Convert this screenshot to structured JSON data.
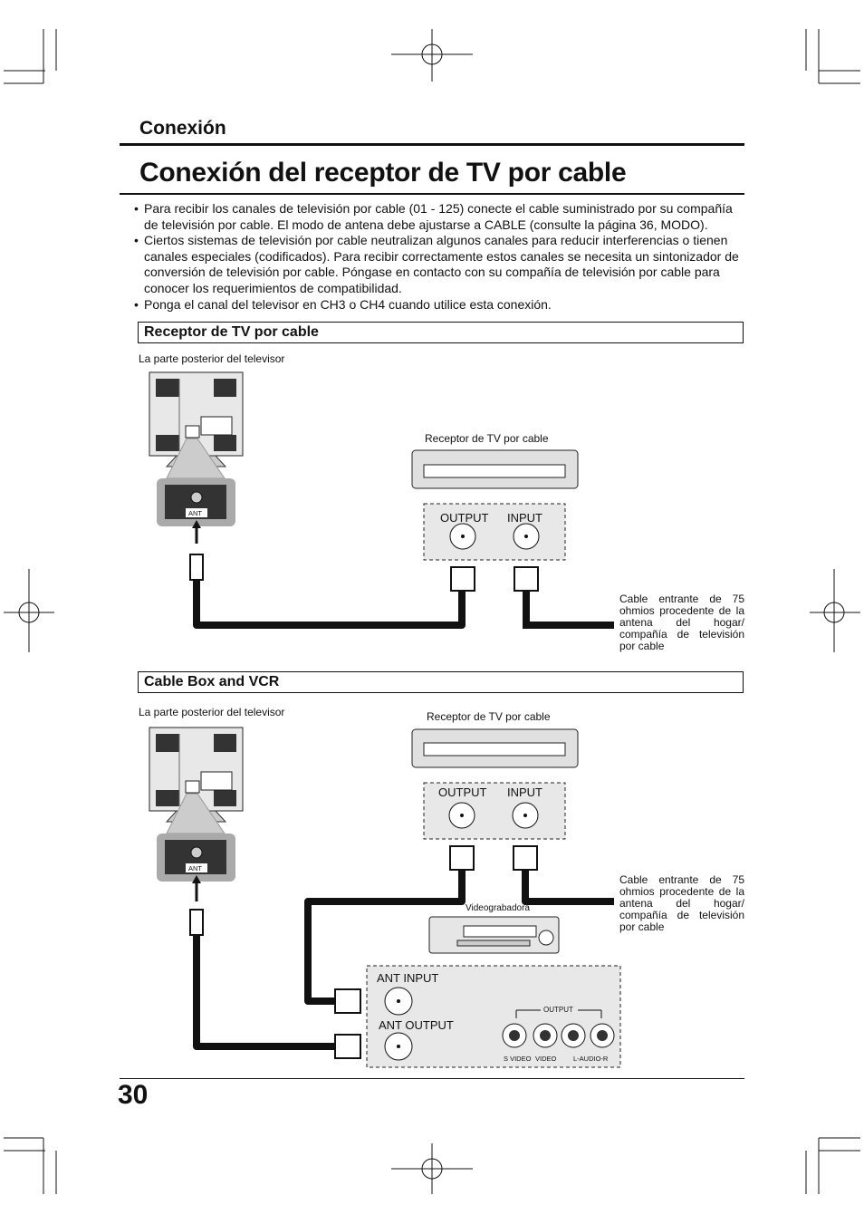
{
  "header": {
    "section": "Conexión",
    "title": "Conexión del receptor de TV por cable"
  },
  "bullets": [
    "Para recibir los canales de televisión por cable (01 - 125) conecte el cable suministrado por su compañía de televisión por cable. El modo de antena debe ajustarse a CABLE (consulte la página 36, MODO).",
    "Ciertos sistemas de televisión por cable neutralizan algunos canales para reducir interferencias o tienen canales especiales (codificados). Para recibir correctamente estos canales se necesita un sintonizador de conversión de televisión por cable. Póngase en contacto con su compañía de televisión por cable para conocer los requerimientos de compatibilidad.",
    "Ponga el canal del televisor en CH3 o CH4 cuando utilice esta conexión."
  ],
  "section1": {
    "heading": "Receptor de TV por cable",
    "tv_label": "La parte posterior del televisor",
    "box_label": "Receptor de TV por cable",
    "ant_label": "ANT",
    "output_label": "OUTPUT",
    "input_label": "INPUT",
    "cable_caption": "Cable entrante de 75 ohmios procedente de la antena del hogar/ compañía de televisión por cable"
  },
  "section2": {
    "heading": "Cable Box and VCR",
    "tv_label": "La parte posterior del televisor",
    "box_label": "Receptor de TV por cable",
    "ant_label": "ANT",
    "output_label": "OUTPUT",
    "input_label": "INPUT",
    "vcr_label": "Videograbadora",
    "ant_input": "ANT INPUT",
    "ant_output": "ANT OUTPUT",
    "av_output": "OUTPUT",
    "svideo": "S VIDEO",
    "video": "VIDEO",
    "audio": "L-AUDIO-R",
    "cable_caption": "Cable entrante de 75 ohmios procedente de la antena del hogar/ compañía de televisión por cable"
  },
  "footer": {
    "page_number": "30"
  }
}
